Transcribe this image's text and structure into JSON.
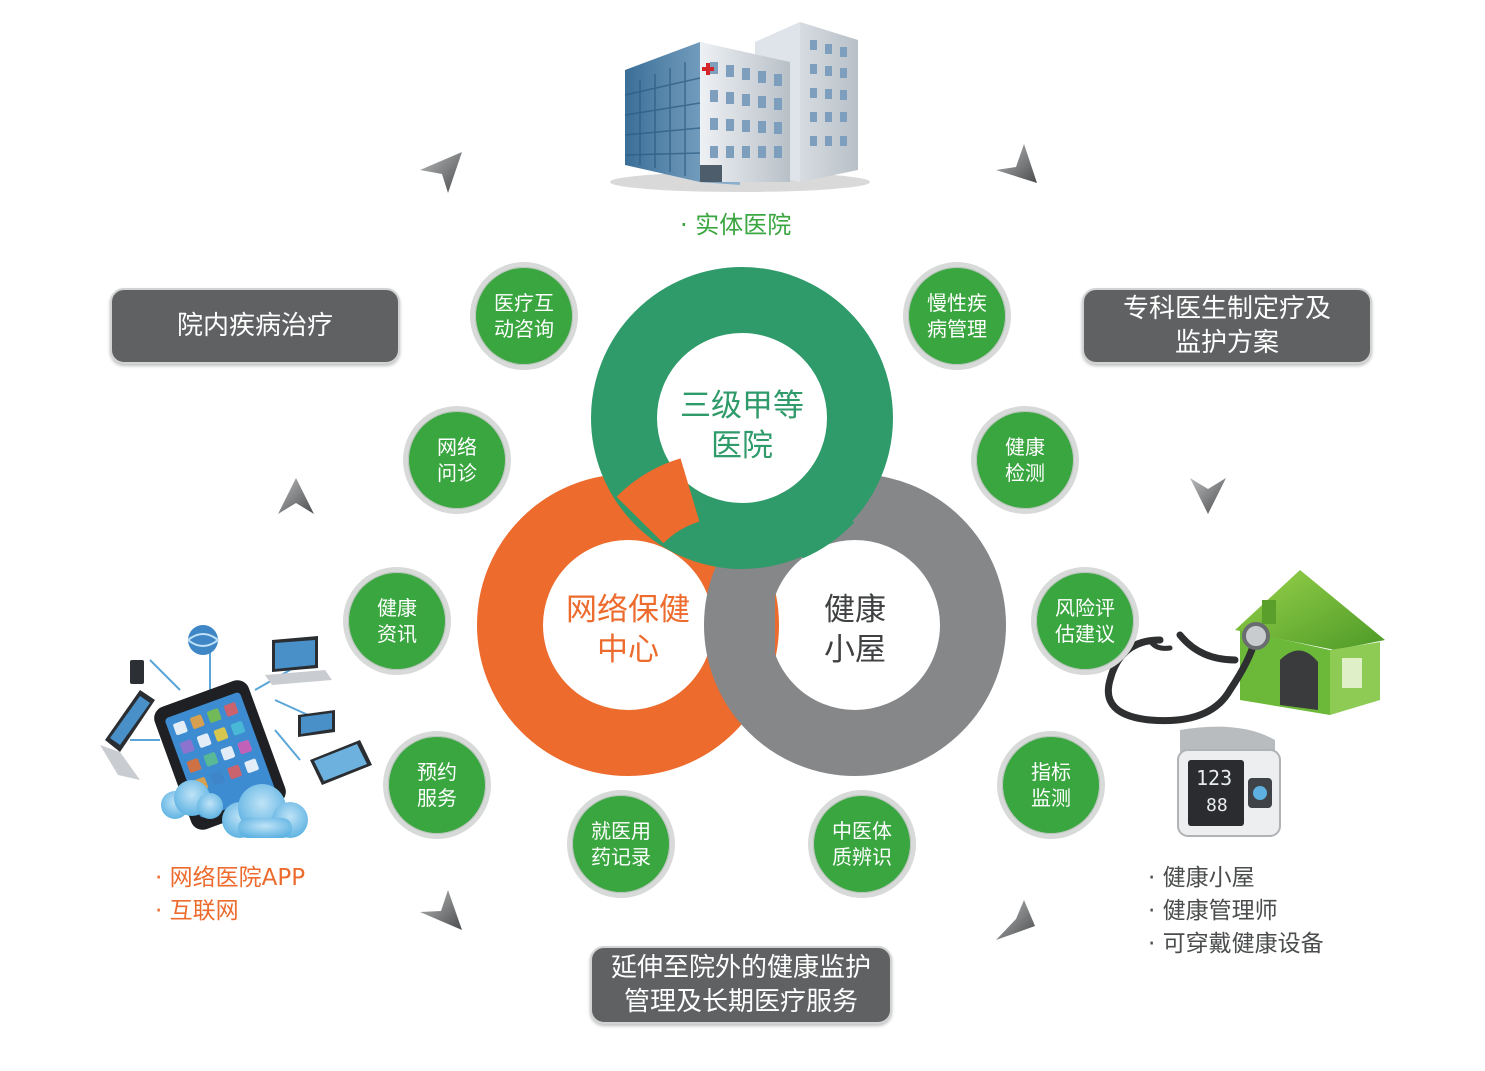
{
  "colors": {
    "green": "#2f9a6a",
    "orange": "#ec6b2d",
    "gray": "#858788",
    "bubble_green": "#3aa640",
    "box_gray": "#5f6162"
  },
  "rings": {
    "top": "三级甲等医院",
    "top_lines": [
      "三级甲等",
      "医院"
    ],
    "left_lines": [
      "网络保健",
      "中心"
    ],
    "right_lines": [
      "健康",
      "小屋"
    ]
  },
  "boxes": {
    "left": "院内疾病治疗",
    "right_lines": [
      "专科医生制定疗及",
      "监护方案"
    ],
    "bottom_lines": [
      "延伸至院外的健康监护",
      "管理及长期医疗服务"
    ]
  },
  "bubbles": [
    {
      "id": "consult",
      "lines": [
        "医疗互",
        "动咨询"
      ]
    },
    {
      "id": "chronic",
      "lines": [
        "慢性疾",
        "病管理"
      ]
    },
    {
      "id": "online",
      "lines": [
        "网络",
        "问诊"
      ]
    },
    {
      "id": "checkup",
      "lines": [
        "健康",
        "检测"
      ]
    },
    {
      "id": "info",
      "lines": [
        "健康",
        "资讯"
      ]
    },
    {
      "id": "risk",
      "lines": [
        "风险评",
        "估建议"
      ]
    },
    {
      "id": "booking",
      "lines": [
        "预约",
        "服务"
      ]
    },
    {
      "id": "index",
      "lines": [
        "指标",
        "监测"
      ]
    },
    {
      "id": "medrec",
      "lines": [
        "就医用",
        "药记录"
      ]
    },
    {
      "id": "tcm",
      "lines": [
        "中医体",
        "质辨识"
      ]
    }
  ],
  "labels": {
    "hospital": "实体医院",
    "app_items": [
      "网络医院APP",
      "互联网"
    ],
    "house_items": [
      "健康小屋",
      "健康管理师",
      "可穿戴健康设备"
    ]
  },
  "device": {
    "bp_reading_1": "123",
    "bp_reading_2": "88"
  },
  "icons": [
    "hospital-building-icon",
    "devices-network-icon",
    "health-house-icon",
    "stethoscope-icon",
    "blood-pressure-monitor-icon",
    "arrow-icon"
  ]
}
